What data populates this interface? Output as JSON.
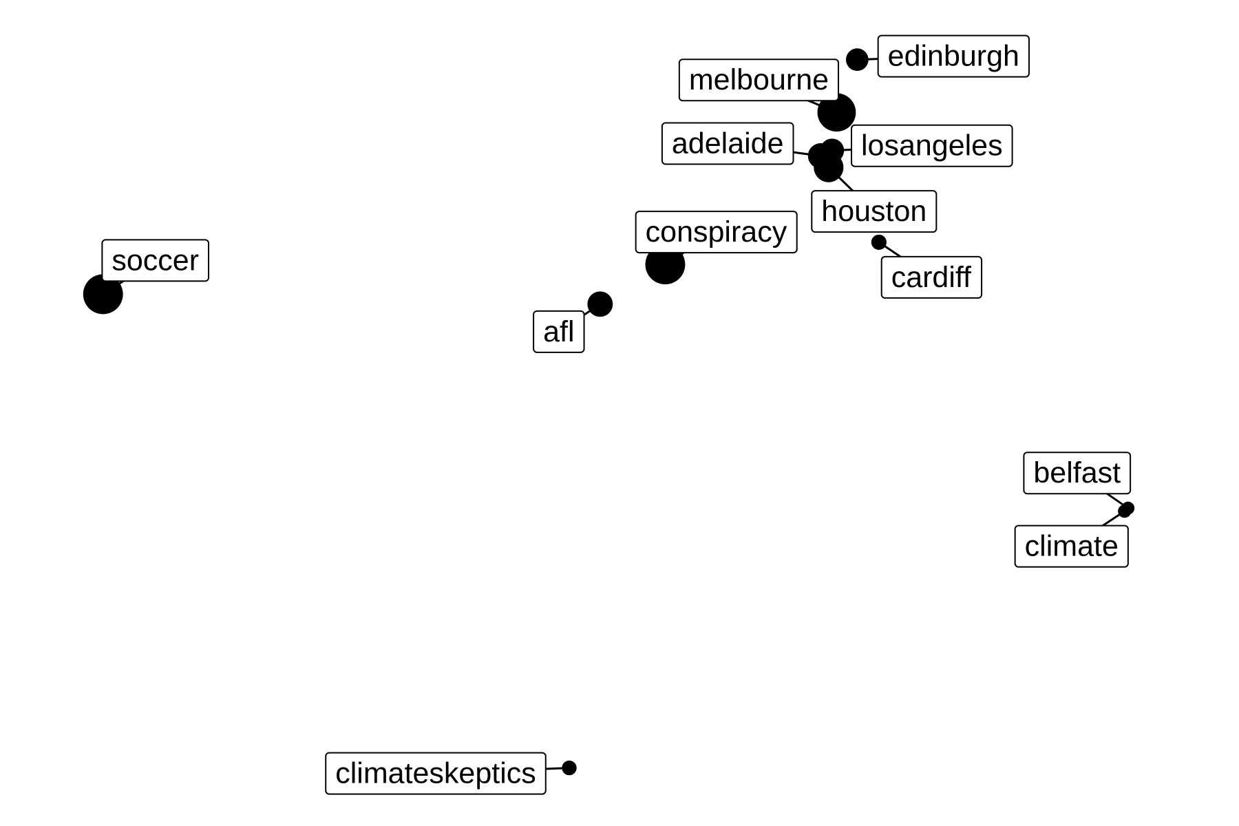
{
  "chart_data": {
    "type": "scatter",
    "title": "",
    "xlabel": "",
    "ylabel": "",
    "grid": false,
    "axes_visible": false,
    "legend": "none",
    "point_color": "#000000",
    "label_box_fill": "#ffffff",
    "label_box_stroke": "#000000",
    "xlim": [
      0,
      100
    ],
    "ylim": [
      0,
      100
    ],
    "points": [
      {
        "label": "soccer",
        "x": 4.2,
        "y": 66.0,
        "weight": 0.95
      },
      {
        "label": "afl",
        "x": 47.7,
        "y": 64.7,
        "weight": 0.45
      },
      {
        "label": "conspiracy",
        "x": 53.4,
        "y": 69.9,
        "weight": 0.95
      },
      {
        "label": "melbourne",
        "x": 68.4,
        "y": 89.8,
        "weight": 0.9
      },
      {
        "label": "edinburgh",
        "x": 70.2,
        "y": 96.7,
        "weight": 0.35
      },
      {
        "label": "adelaide",
        "x": 67.0,
        "y": 84.1,
        "weight": 0.45
      },
      {
        "label": "losangeles",
        "x": 68.0,
        "y": 84.8,
        "weight": 0.4
      },
      {
        "label": "houston",
        "x": 67.7,
        "y": 82.6,
        "weight": 0.6
      },
      {
        "label": "cardiff",
        "x": 72.1,
        "y": 72.8,
        "weight": 0.1
      },
      {
        "label": "belfast",
        "x": 93.9,
        "y": 38.0,
        "weight": 0.02
      },
      {
        "label": "climate",
        "x": 93.6,
        "y": 37.6,
        "weight": 0.03
      },
      {
        "label": "climateskeptics",
        "x": 45.0,
        "y": 4.0,
        "weight": 0.08
      }
    ]
  }
}
